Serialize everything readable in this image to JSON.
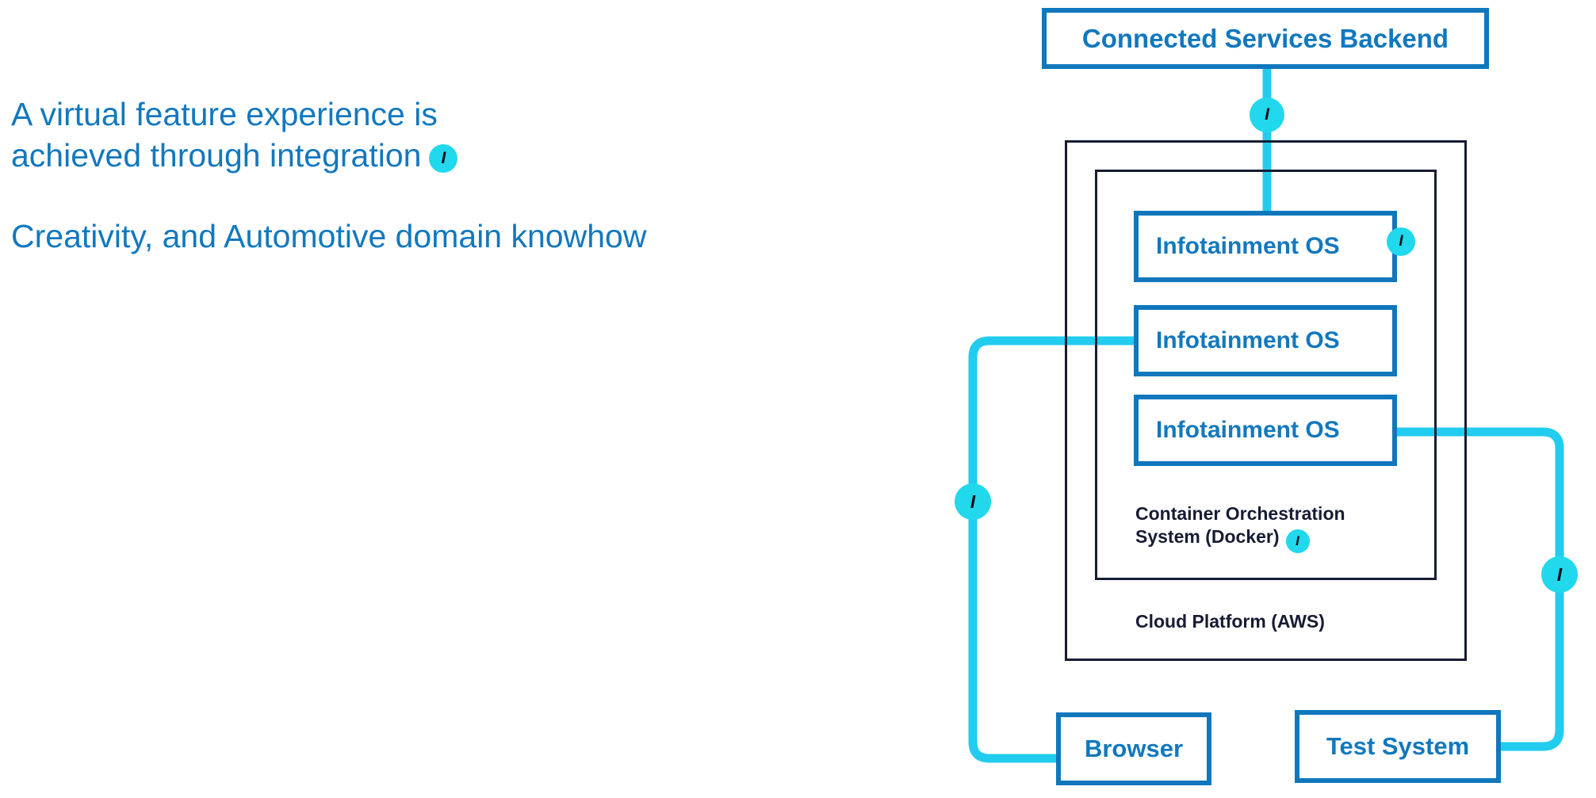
{
  "colors": {
    "text_blue": "#1278be",
    "node_border_blue": "#1077bc",
    "connector_cyan": "#22ccee",
    "badge_cyan": "#22d8ec",
    "dark_navy": "#171c33",
    "background": "#ffffff"
  },
  "left_panel": {
    "paragraph_1_line_1": "A virtual feature experience is",
    "paragraph_1_line_2": "achieved through integration",
    "paragraph_1_badge": "I",
    "paragraph_2": "Creativity, and Automotive domain knowhow"
  },
  "diagram": {
    "nodes": {
      "backend": "Connected Services Backend",
      "infotainment_os_1": "Infotainment OS",
      "infotainment_os_2": "Infotainment OS",
      "infotainment_os_3": "Infotainment OS",
      "browser": "Browser",
      "test_system": "Test System"
    },
    "containers": {
      "docker_caption_line_1": "Container Orchestration",
      "docker_caption_line_2": "System (Docker)",
      "docker_badge": "I",
      "cloud_caption": "Cloud Platform (AWS)"
    },
    "badges": {
      "backend_link": "I",
      "infotainment_os_1_link": "I",
      "browser_link": "I",
      "test_system_link": "I"
    },
    "connections": [
      {
        "from": "backend",
        "to": "infotainment_os_1",
        "badge": "I"
      },
      {
        "from": "infotainment_os_2",
        "to": "browser",
        "badge": "I"
      },
      {
        "from": "infotainment_os_3",
        "to": "test_system",
        "badge": "I"
      }
    ]
  }
}
